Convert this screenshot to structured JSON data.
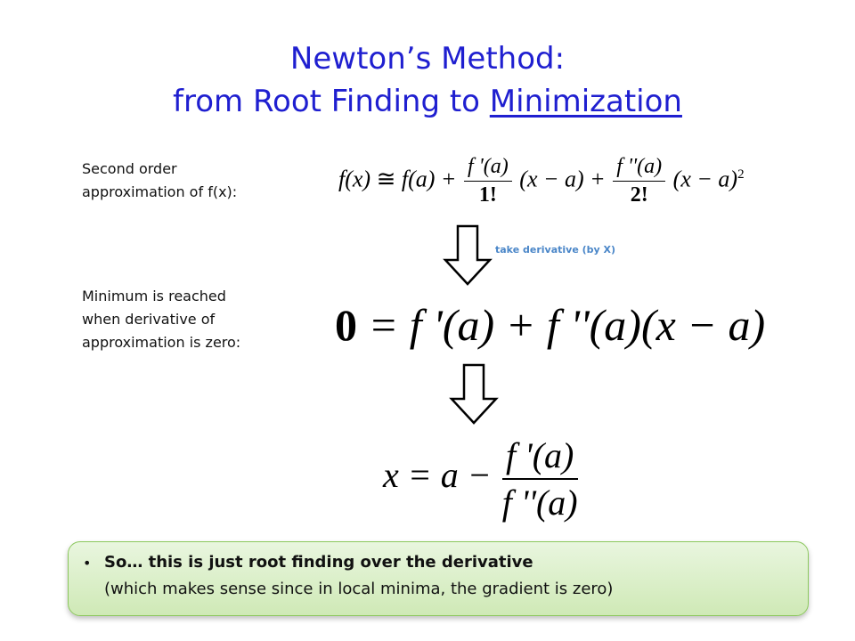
{
  "title": {
    "line1": "Newton’s Method:",
    "line2_prefix": "from Root Finding to ",
    "line2_underlined": "Minimization"
  },
  "labels": {
    "second_order": [
      "Second order",
      "approximation of f(x):"
    ],
    "minimum": [
      "Minimum is reached",
      "when derivative of",
      "approximation is zero:"
    ]
  },
  "arrow_label": "take derivative (by X)",
  "equations": {
    "approx": {
      "lhs": "f(x)",
      "approx_sign": "≅",
      "term1": "f(a) +",
      "frac1_num": "f '(a)",
      "frac1_den": "1!",
      "term2": "(x − a) +",
      "frac2_num": "f ''(a)",
      "frac2_den": "2!",
      "term3": "(x − a)",
      "exponent": "2"
    },
    "derivative": {
      "zero": "0",
      "rest": "= f '(a) + f ''(a)(x − a)"
    },
    "solution": {
      "lhs": "x = a −",
      "num": "f '(a)",
      "den": "f ''(a)"
    }
  },
  "callout": {
    "bullet": "•",
    "line1": "So… this is just root finding over the derivative",
    "line2": "(which makes sense since in local minima, the gradient is zero)"
  },
  "colors": {
    "title": "#1f1fd0",
    "arrow_label": "#4a86c8",
    "callout_border": "#8cc85e",
    "callout_fill": "#d9efc8"
  },
  "icons": [
    "down-arrow-icon",
    "down-arrow-icon"
  ]
}
